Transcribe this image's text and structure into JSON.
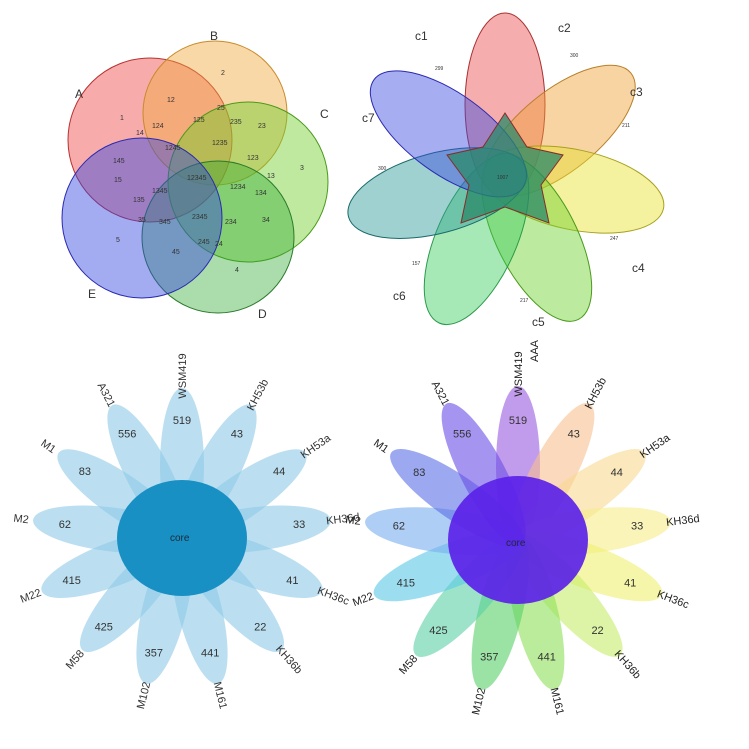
{
  "venn5": {
    "sets": [
      {
        "label": "A",
        "color": "#ee4444"
      },
      {
        "label": "B",
        "color": "#f2a83b"
      },
      {
        "label": "C",
        "color": "#6fcf2b"
      },
      {
        "label": "D",
        "color": "#2ea82e"
      },
      {
        "label": "E",
        "color": "#3344e0"
      }
    ],
    "regions": [
      "1",
      "2",
      "3",
      "4",
      "5",
      "12",
      "23",
      "34",
      "45",
      "15",
      "13",
      "24",
      "35",
      "14",
      "25",
      "124",
      "125",
      "235",
      "123",
      "134",
      "145",
      "245",
      "234",
      "345",
      "135",
      "1245",
      "1235",
      "1234",
      "2345",
      "1345",
      "12345"
    ]
  },
  "venn7": {
    "sets": [
      {
        "label": "c1",
        "color": "#e84a4a"
      },
      {
        "label": "c2",
        "color": "#f0a030"
      },
      {
        "label": "c3",
        "color": "#e6e02a"
      },
      {
        "label": "c4",
        "color": "#6ad02a"
      },
      {
        "label": "c5",
        "color": "#3ccc60"
      },
      {
        "label": "c6",
        "color": "#2a9a9a"
      },
      {
        "label": "c7",
        "color": "#3a4ae0"
      }
    ],
    "unique_counts": [
      "299",
      "300",
      "211",
      "247",
      "217",
      "157",
      "300"
    ],
    "core_count": "1007"
  },
  "flower_blue": {
    "core_label": "core",
    "petals": [
      {
        "strain": "WSM419",
        "count": "519"
      },
      {
        "strain": "KH53b",
        "count": "43"
      },
      {
        "strain": "KH53a",
        "count": "44"
      },
      {
        "strain": "KH36d",
        "count": "33"
      },
      {
        "strain": "KH36c",
        "count": "41"
      },
      {
        "strain": "KH36b",
        "count": "22"
      },
      {
        "strain": "M161",
        "count": "441"
      },
      {
        "strain": "M102",
        "count": "357"
      },
      {
        "strain": "M58",
        "count": "425"
      },
      {
        "strain": "M22",
        "count": "415"
      },
      {
        "strain": "M2",
        "count": "62"
      },
      {
        "strain": "M1",
        "count": "83"
      },
      {
        "strain": "A321",
        "count": "556"
      }
    ],
    "colors": {
      "petal": "#8ec9e8",
      "core": "#1890c4"
    }
  },
  "flower_color": {
    "core_label": "core",
    "top_extra": "AAA",
    "petals": [
      {
        "strain": "WSM419",
        "count": "519",
        "color": "#9a5ae0"
      },
      {
        "strain": "KH53b",
        "count": "43",
        "color": "#f6c090"
      },
      {
        "strain": "KH53a",
        "count": "44",
        "color": "#f8d890"
      },
      {
        "strain": "KH36d",
        "count": "33",
        "color": "#f6ec8a"
      },
      {
        "strain": "KH36c",
        "count": "41",
        "color": "#eef070"
      },
      {
        "strain": "KH36b",
        "count": "22",
        "color": "#c6ec6a"
      },
      {
        "strain": "M161",
        "count": "441",
        "color": "#8ee05a"
      },
      {
        "strain": "M102",
        "count": "357",
        "color": "#58d068"
      },
      {
        "strain": "M58",
        "count": "425",
        "color": "#5ad0a6"
      },
      {
        "strain": "M22",
        "count": "415",
        "color": "#5ac8e6"
      },
      {
        "strain": "M2",
        "count": "62",
        "color": "#7aaef0"
      },
      {
        "strain": "M1",
        "count": "83",
        "color": "#5a6ee6"
      },
      {
        "strain": "A321",
        "count": "556",
        "color": "#6a4ee6"
      }
    ],
    "colors": {
      "core": "#5b22e8"
    }
  }
}
